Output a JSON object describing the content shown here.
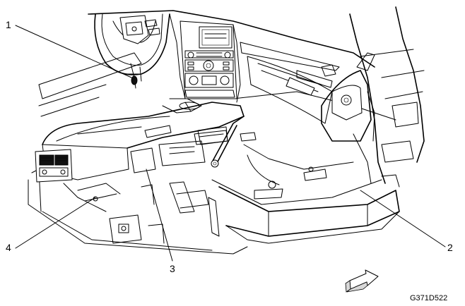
{
  "callouts": [
    {
      "id": "1",
      "label": "1"
    },
    {
      "id": "2",
      "label": "2"
    },
    {
      "id": "3",
      "label": "3"
    },
    {
      "id": "4",
      "label": "4"
    }
  ],
  "figure_code": "G371D522",
  "icons": {
    "direction_arrow": "forward-direction-arrow-icon"
  }
}
